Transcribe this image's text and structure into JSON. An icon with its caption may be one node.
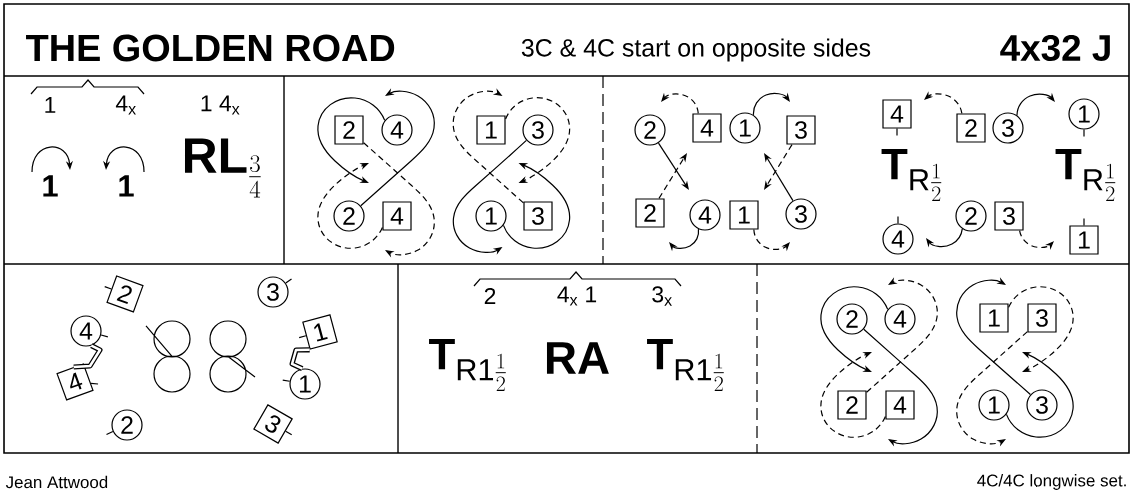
{
  "diagram": {
    "title": "THE GOLDEN ROAD",
    "nodes": [
      {
        "text": [
          "2"
        ]
      },
      {
        "text": [
          "4"
        ]
      },
      {
        "text": [
          "2"
        ]
      },
      {
        "text": [
          "4"
        ]
      },
      {
        "text": [
          "1"
        ]
      },
      {
        "text": [
          "3"
        ]
      },
      {
        "text": [
          "1"
        ]
      },
      {
        "text": [
          "3"
        ]
      },
      {
        "text": [
          "2"
        ]
      },
      {
        "text": [
          "4"
        ]
      },
      {
        "text": [
          "1"
        ]
      },
      {
        "text": [
          "3"
        ]
      },
      {
        "text": [
          "2"
        ]
      },
      {
        "text": [
          "4"
        ]
      },
      {
        "text": [
          "1"
        ]
      },
      {
        "text": [
          "3"
        ]
      },
      {
        "text": [
          "4"
        ]
      },
      {
        "text": [
          "2"
        ]
      },
      {
        "text": [
          "3"
        ]
      },
      {
        "text": [
          "1"
        ]
      },
      {
        "text": [
          "4"
        ]
      },
      {
        "text": [
          "2"
        ]
      },
      {
        "text": [
          "3"
        ]
      },
      {
        "text": [
          "1"
        ]
      },
      {
        "text": [
          "2"
        ]
      },
      {
        "text": [
          "3"
        ]
      },
      {
        "text": [
          "4"
        ]
      },
      {
        "text": [
          "1"
        ]
      },
      {
        "text": [
          "4"
        ]
      },
      {
        "text": [
          "1"
        ]
      },
      {
        "text": [
          "2"
        ]
      },
      {
        "text": [
          "3"
        ]
      },
      {
        "text": [
          "2"
        ]
      },
      {
        "text": [
          "4"
        ]
      },
      {
        "text": [
          "1"
        ]
      },
      {
        "text": [
          "3"
        ]
      },
      {
        "text": [
          "2"
        ]
      },
      {
        "text": [
          "4"
        ]
      },
      {
        "text": [
          "1"
        ]
      },
      {
        "text": [
          "3"
        ]
      }
    ],
    "edges": [
      {
        "from": 1,
        "to": null,
        "arrow": "to"
      },
      {
        "from": 2,
        "to": null,
        "arrow": "to"
      },
      {
        "from": 0,
        "to": null,
        "arrow": "to",
        "style": "dashed"
      },
      {
        "from": 3,
        "to": null,
        "arrow": "to",
        "style": "dashed"
      },
      {
        "from": 5,
        "to": null,
        "arrow": "to"
      },
      {
        "from": 6,
        "to": null,
        "arrow": "to"
      },
      {
        "from": 7,
        "to": null,
        "arrow": "to",
        "style": "dashed"
      },
      {
        "from": 4,
        "to": null,
        "arrow": "to",
        "style": "dashed"
      },
      {
        "from": 8,
        "to": null,
        "arrow": "to"
      },
      {
        "from": 12,
        "to": null,
        "arrow": "to",
        "style": "dashed"
      },
      {
        "from": 15,
        "to": null,
        "arrow": "to"
      },
      {
        "from": 11,
        "to": null,
        "arrow": "to",
        "style": "dashed"
      },
      {
        "from": 9,
        "to": null,
        "arrow": "to",
        "style": "dashed"
      },
      {
        "from": 10,
        "to": null,
        "arrow": "to"
      },
      {
        "from": 13,
        "to": null,
        "arrow": "to"
      },
      {
        "from": 14,
        "to": null,
        "arrow": "to",
        "style": "dashed"
      },
      {
        "from": 17,
        "to": null,
        "arrow": "to",
        "style": "dashed"
      },
      {
        "from": 18,
        "to": null,
        "arrow": "to"
      },
      {
        "from": 21,
        "to": null,
        "arrow": "to"
      },
      {
        "from": 22,
        "to": null,
        "arrow": "to",
        "style": "dashed"
      },
      {
        "from": 26,
        "to": 28,
        "arrow": "none",
        "style": "thick"
      },
      {
        "from": 27,
        "to": 29,
        "arrow": "none",
        "style": "thick"
      },
      {
        "from": 32,
        "to": null,
        "arrow": "to"
      },
      {
        "from": 33,
        "to": null,
        "arrow": "to"
      },
      {
        "from": 36,
        "to": null,
        "arrow": "to",
        "style": "dashed"
      },
      {
        "from": 37,
        "to": null,
        "arrow": "to",
        "style": "dashed"
      },
      {
        "from": 39,
        "to": null,
        "arrow": "to"
      },
      {
        "from": 38,
        "to": null,
        "arrow": "to"
      },
      {
        "from": 34,
        "to": null,
        "arrow": "to",
        "style": "dashed"
      },
      {
        "from": 35,
        "to": null,
        "arrow": "to",
        "style": "dashed"
      }
    ],
    "labels": [
      "3C & 4C start on opposite sides",
      "4x32 J",
      "1",
      "4$_{x}$",
      "1 4$_{x}$",
      "1",
      "1",
      "\\text{\\bfseries RL}_{\\frac{3}{4}}",
      "\\text{\\bfseries T}_{\\text{R}\\frac{1}{2}}",
      "\\text{\\bfseries T}_{\\text{R}\\frac{1}{2}}",
      "2",
      "4$_{x}$ 1",
      "3$_{x}$",
      "\\text{\\bfseries T}_{\\text{R1}\\frac{1}{2}}",
      "RA",
      "\\text{\\bfseries T}_{\\text{R1}\\frac{1}{2}}",
      "Jean Attwood",
      "4C/4C longwise set."
    ]
  }
}
